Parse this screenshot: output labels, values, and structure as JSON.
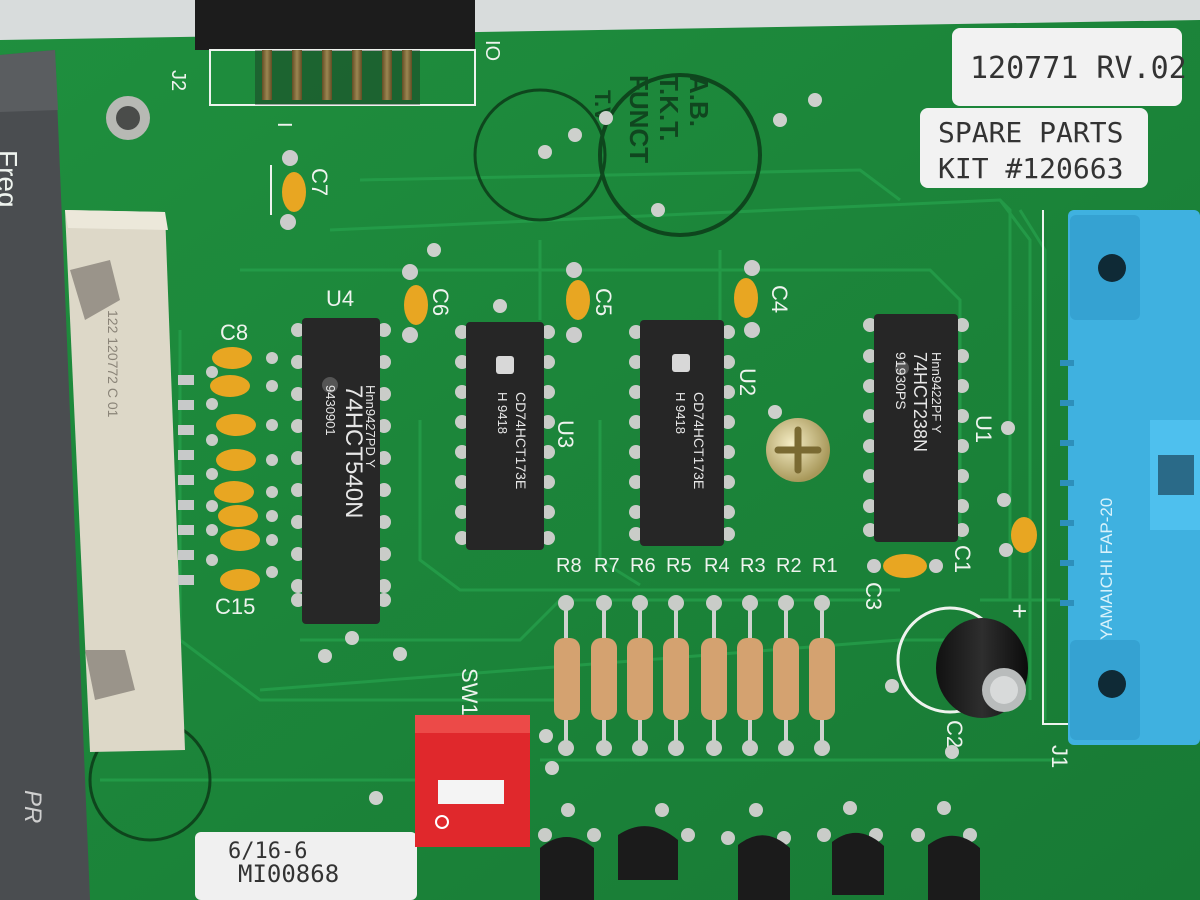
{
  "labels": {
    "rev_sticker": "120771 RV.02",
    "spare_line1": "SPARE PARTS",
    "spare_line2": "KIT #120663",
    "bottom_sticker_l1": "6/16-6",
    "bottom_sticker_l2": "MI00868",
    "edge_freq": "Freq",
    "edge_pr": "PR",
    "stamp_text": [
      "A.B.",
      "T.K.T.",
      "FUNCT",
      "T.V"
    ],
    "connector_white": "122 120772 C 01",
    "connector_blue": "YAMAICHI FAP-20"
  },
  "refdes": {
    "J2": "J2",
    "IO": "IO",
    "J1": "J1",
    "U1": "U1",
    "U2": "U2",
    "U3": "U3",
    "U4": "U4",
    "C1": "C1",
    "C2": "C2",
    "C3": "C3",
    "C4": "C4",
    "C5": "C5",
    "C6": "C6",
    "C7": "C7",
    "C8": "C8",
    "C15": "C15",
    "R": [
      "R8",
      "R7",
      "R6",
      "R5",
      "R4",
      "R3",
      "R2",
      "R1"
    ],
    "SW1": "SW1",
    "plus": "+",
    "pin1": "I"
  },
  "chips": {
    "U4": {
      "l1": "74HCT540N",
      "l2": "9430901",
      "l3": "Hnn9427PD Y"
    },
    "U3": {
      "l1": "CD74HCT173E",
      "l2": "H 9418"
    },
    "U2": {
      "l1": "CD74HCT173E",
      "l2": "H 9418"
    },
    "U1": {
      "l1": "74HCT238N",
      "l2": "91930PS",
      "l3": "Hnn9422PF Y"
    }
  },
  "colors": {
    "pcb": "#1d8a3c",
    "trace": "#23a04a",
    "silk": "#eef3ee",
    "chip": "#262626",
    "cap": "#e8a622",
    "connector_blue": "#3fb1e0",
    "switch_red": "#e0282c"
  }
}
